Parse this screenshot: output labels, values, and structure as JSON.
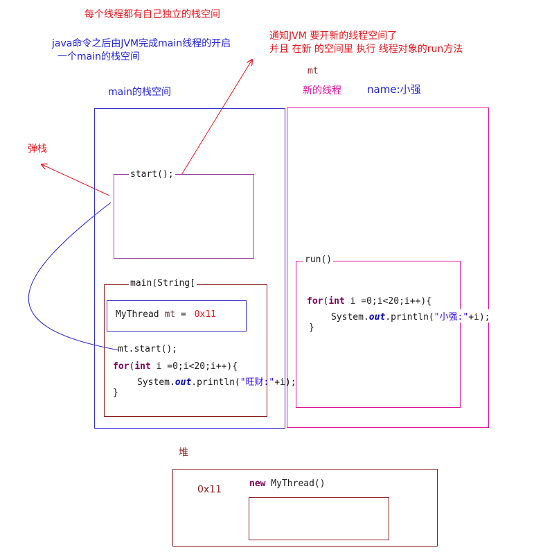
{
  "top_note": "每个线程都有自己独立的栈空间",
  "java_note": {
    "line1": "java命令之后由JVM完成main线程的开启",
    "line2": "一个main的栈空间"
  },
  "jvm_note": {
    "line1": "通知JVM 要开新的线程空间了",
    "line2": "并且 在新 的空间里 执行 线程对象的run方法"
  },
  "main_stack_label": "main的栈空间",
  "pop_label": "弹栈",
  "new_thread": {
    "var_label": "mt",
    "label": "新的线程",
    "name_label": "name:小强"
  },
  "start_frame": {
    "label": "start();"
  },
  "main_frame": {
    "label": "main(String[",
    "decl_type": "MyThread",
    "decl_var": "mt",
    "decl_eq": " = ",
    "decl_addr": "0x11",
    "start_call": "mt.start();",
    "loop_kw_for": "for",
    "loop_kw_int": "int",
    "loop_head_rest": " i =0;i<20;i++){",
    "print_prefix": "System.",
    "print_field": "out",
    "print_method": ".println(",
    "print_string": "\"旺财:\"",
    "print_suffix": "+i);",
    "close": "}"
  },
  "run_frame": {
    "label": "run()",
    "loop_kw_for": "for",
    "loop_kw_int": "int",
    "loop_head_rest": " i =0;i<20;i++){",
    "print_prefix": "System.",
    "print_field": "out",
    "print_method": ".println(",
    "print_string": "\"小强:\"",
    "print_suffix": "+i);",
    "close": "}"
  },
  "heap": {
    "label": "堆",
    "addr": "0x11",
    "new_kw": "new",
    "new_rest": " MyThread()"
  },
  "colors": {
    "red": "#e8141c",
    "blue": "#2222dd",
    "magenta": "#e0129a",
    "purple": "#9b3f9b",
    "darkred": "#8a1a1a"
  }
}
